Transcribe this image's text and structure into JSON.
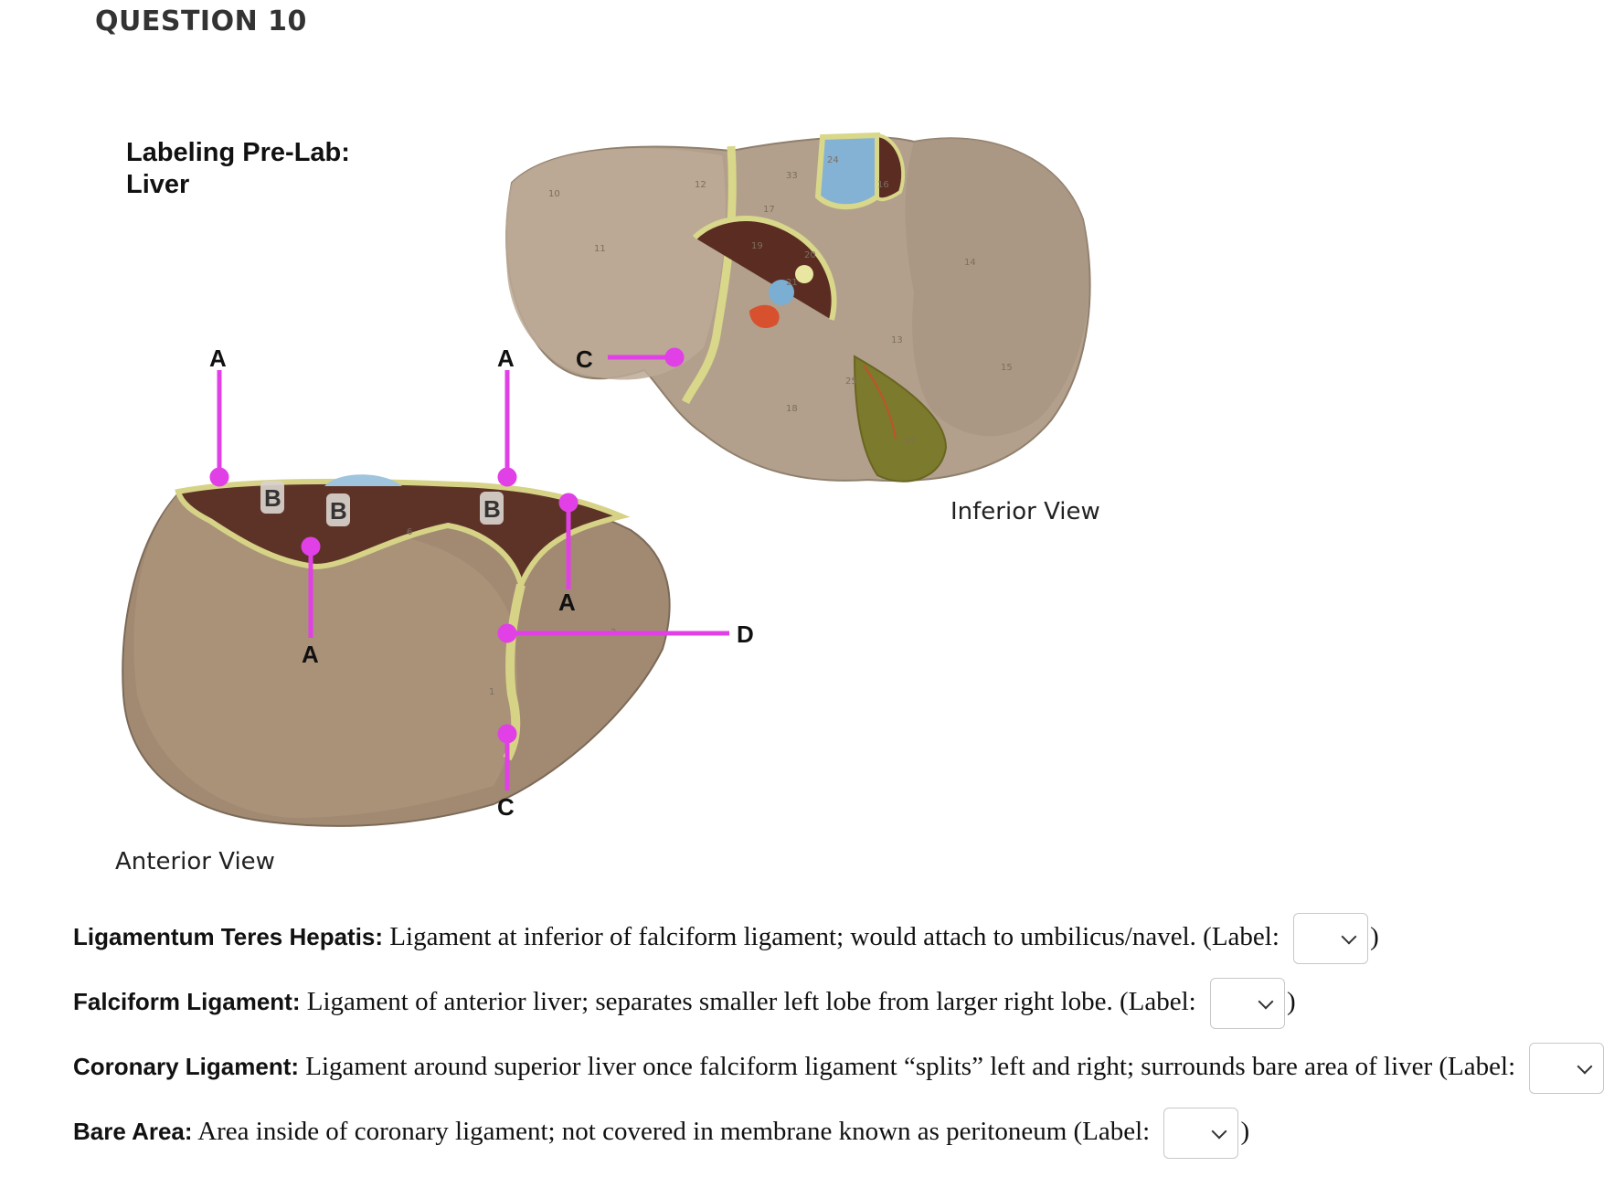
{
  "question": {
    "title": "QUESTION 10"
  },
  "figure": {
    "heading_line1": "Labeling Pre-Lab:",
    "heading_line2": "Liver",
    "anterior_caption": "Anterior View",
    "inferior_caption": "Inferior View",
    "marker_color": "#e040e6",
    "labels": {
      "a1": "A",
      "a2": "A",
      "a3": "A",
      "a4": "A",
      "b1": "B",
      "b2": "B",
      "b3": "B",
      "c1": "C",
      "c2": "C",
      "d1": "D"
    },
    "model_numbers": {
      "n10": "10",
      "n11": "11",
      "n12": "12",
      "n33": "33",
      "n24": "24",
      "n16": "16",
      "n17": "17",
      "n19": "19",
      "n20": "20",
      "n21": "21",
      "n14": "14",
      "n13": "13",
      "n15": "15",
      "n18": "18",
      "n25": "25",
      "n27": "27",
      "n6": "6",
      "n2": "2",
      "n1": "1"
    }
  },
  "items": [
    {
      "term": "Ligamentum Teres Hepatis:",
      "description": " Ligament at inferior of falciform ligament; would attach to umbilicus/navel. (Label: ",
      "selected": "",
      "close": ")"
    },
    {
      "term": "Falciform Ligament:",
      "description": " Ligament of anterior liver; separates smaller left lobe from larger right lobe. (Label: ",
      "selected": "",
      "close": ")"
    },
    {
      "term": "Coronary Ligament:",
      "description": " Ligament around superior liver once falciform ligament “splits” left and right; surrounds bare area of liver (Label: ",
      "selected": "",
      "close": ""
    },
    {
      "term": "Bare Area:",
      "description": " Area inside of coronary ligament; not covered in membrane known as peritoneum (Label: ",
      "selected": "",
      "close": ")"
    }
  ]
}
